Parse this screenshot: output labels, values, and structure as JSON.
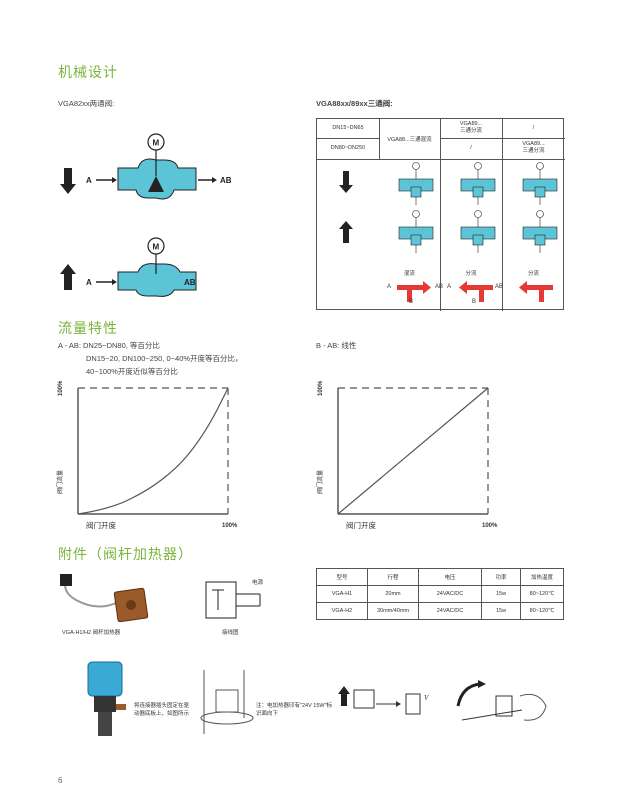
{
  "sections": {
    "mech": "机械设计",
    "flow": "流量特性",
    "acc": "附件（阀杆加热器）"
  },
  "mech": {
    "two_way_label": "VGA82xx两通阀:",
    "three_way_label": "VGA88xx/89xx三通阀:",
    "valve_a": "A",
    "valve_ab": "AB",
    "motor": "M",
    "table": {
      "r1c1": "DN15~DN65",
      "r2c1": "DN80~DN250",
      "c2": "VGA88...三通混流",
      "r1c3": "VGA89...\n三通分流",
      "r1c4": "/",
      "r2c3": "/",
      "r2c4": "VGA89...\n三通分流",
      "mix": "混流",
      "split1": "分流",
      "split2": "分流",
      "A": "A",
      "AB": "AB",
      "B": "B"
    }
  },
  "flow": {
    "desc_left_1": "A - AB: DN25~DN80, 等百分比",
    "desc_left_2": "DN15~20, DN100~250, 0~40%开度等百分比，",
    "desc_left_3": "40~100%开度近似等百分比",
    "desc_right": "B - AB: 线性",
    "ytick": "100%",
    "xtick": "100%",
    "ylabel": "阀门流量",
    "xlabel": "阀门开度"
  },
  "acc": {
    "heater_caption": "VGA-H1/H2  阀杆加热器",
    "wiring_caption": "接线图",
    "power": "电源",
    "table_headers": [
      "型号",
      "行程",
      "电压",
      "功率",
      "加热温度"
    ],
    "table_rows": [
      [
        "VGA-H1",
        "20mm",
        "24VAC/DC",
        "15w",
        "80~120℃"
      ],
      [
        "VGA-H2",
        "30mm/40mm",
        "24VAC/DC",
        "15w",
        "80~120℃"
      ]
    ],
    "note1": "将连接器插头固定在驱动器底板上，如图所示",
    "note2": "注：电加热器印有\"24V 15W\"标识面向下",
    "note_v": "V"
  },
  "page_number": "6",
  "colors": {
    "green": "#7bb43c",
    "cyan": "#5bc4d6",
    "red": "#e53935",
    "chart_line": "#555555"
  },
  "chart_data": [
    {
      "type": "line",
      "xlabel": "阀门开度",
      "ylabel": "阀门流量",
      "xlim": [
        0,
        100
      ],
      "ylim": [
        0,
        100
      ],
      "x": [
        0,
        10,
        20,
        30,
        40,
        50,
        60,
        70,
        80,
        90,
        100
      ],
      "y": [
        0,
        2,
        5,
        9,
        15,
        22,
        31,
        42,
        57,
        76,
        100
      ]
    },
    {
      "type": "line",
      "xlabel": "阀门开度",
      "ylabel": "阀门流量",
      "xlim": [
        0,
        100
      ],
      "ylim": [
        0,
        100
      ],
      "x": [
        0,
        100
      ],
      "y": [
        0,
        100
      ]
    }
  ]
}
